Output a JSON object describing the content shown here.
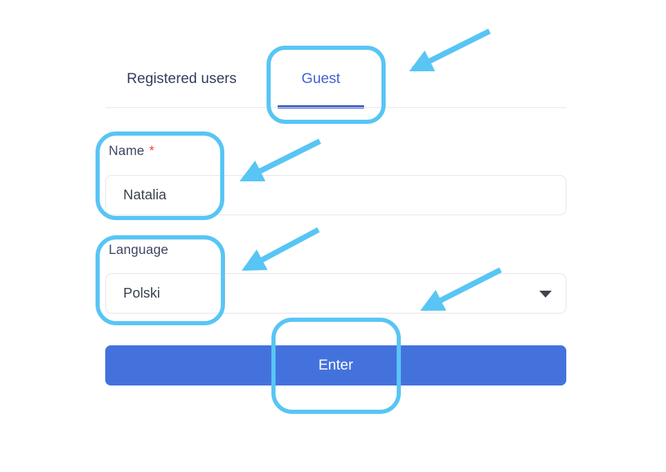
{
  "tabs": {
    "items": [
      {
        "label": "Registered users",
        "active": false
      },
      {
        "label": "Guest",
        "active": true
      }
    ]
  },
  "form": {
    "name_field": {
      "label": "Name",
      "required_marker": "*",
      "value": "Natalia"
    },
    "language_field": {
      "label": "Language",
      "value": "Polski"
    },
    "submit_button": {
      "label": "Enter"
    }
  },
  "icons": {
    "dropdown_caret": "caret-down-icon"
  },
  "colors": {
    "button_blue": "#4472dd",
    "active_tab_text": "#4262d3",
    "tab_underline": "#4161cd",
    "annotation_cyan": "#58c5f5",
    "required_red": "#f5403c",
    "heading_text": "#333e5e",
    "label_text": "#3f4764",
    "value_text": "#3b424d",
    "field_border": "#e5e5e5"
  },
  "annotations": {
    "highlighted_elements": [
      "guest-tab",
      "name-field",
      "language-field",
      "enter-button"
    ],
    "arrow_count": 4
  }
}
